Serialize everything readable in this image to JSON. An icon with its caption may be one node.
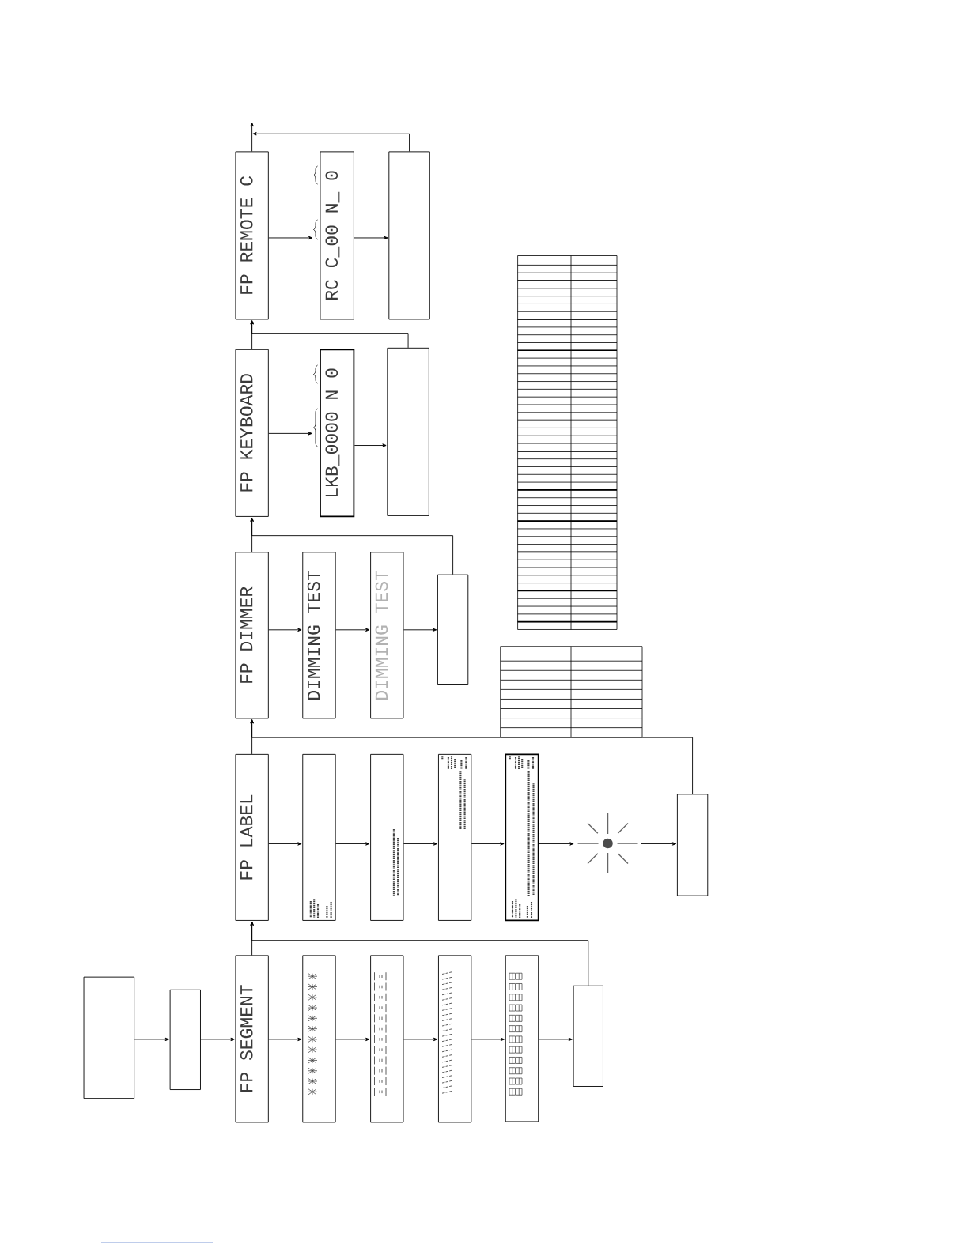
{
  "diagram": {
    "nodes": [
      {
        "text": [],
        "shape": "box"
      },
      {
        "text": [],
        "shape": "box"
      },
      {
        "text": [
          "FP SEGMENT"
        ]
      },
      {
        "text": [],
        "shape": "box"
      },
      {
        "text": [],
        "shape": "box"
      },
      {
        "text": [],
        "shape": "box"
      },
      {
        "text": [],
        "shape": "box"
      },
      {
        "text": [],
        "shape": "box"
      },
      {
        "text": [
          "FP LABEL"
        ]
      },
      {
        "text": [],
        "shape": "box"
      },
      {
        "text": [],
        "shape": "box"
      },
      {
        "text": [],
        "shape": "box"
      },
      {
        "text": [],
        "shape": "box"
      },
      {
        "text": [],
        "shape": "picture"
      },
      {
        "text": [],
        "shape": "box"
      },
      {
        "text": [
          "FP DIMMER"
        ]
      },
      {
        "text": [
          "DIMMING TEST"
        ]
      },
      {
        "text": [
          "DIMMING TEST"
        ]
      },
      {
        "text": [],
        "shape": "box"
      },
      {
        "text": [
          "FP KEYBOARD"
        ]
      },
      {
        "text": [
          "LKB_0000 N 0"
        ]
      },
      {
        "text": [],
        "shape": "box"
      },
      {
        "text": [
          "FP REMOTE C"
        ]
      },
      {
        "text": [
          "RC C_00 N_ 0"
        ]
      },
      {
        "text": [],
        "shape": "box"
      }
    ],
    "edges": [
      {
        "from": 0,
        "to": 1,
        "arrow": "to"
      },
      {
        "from": 1,
        "to": 2,
        "arrow": "to"
      },
      {
        "from": 2,
        "to": 3,
        "arrow": "to"
      },
      {
        "from": 3,
        "to": 4,
        "arrow": "to"
      },
      {
        "from": 4,
        "to": 5,
        "arrow": "to"
      },
      {
        "from": 5,
        "to": 6,
        "arrow": "to"
      },
      {
        "from": 6,
        "to": 7,
        "arrow": "to"
      },
      {
        "from": 7,
        "to": 8,
        "arrow": "to"
      },
      {
        "from": 2,
        "to": 8,
        "arrow": "to"
      },
      {
        "from": 8,
        "to": 9,
        "arrow": "to"
      },
      {
        "from": 9,
        "to": 10,
        "arrow": "to"
      },
      {
        "from": 10,
        "to": 11,
        "arrow": "to"
      },
      {
        "from": 11,
        "to": 12,
        "arrow": "to"
      },
      {
        "from": 12,
        "to": 13,
        "arrow": "to"
      },
      {
        "from": 13,
        "to": 14,
        "arrow": "to"
      },
      {
        "from": 14,
        "to": 15,
        "arrow": "to"
      },
      {
        "from": 8,
        "to": 15,
        "arrow": "to"
      },
      {
        "from": 15,
        "to": 16,
        "arrow": "to"
      },
      {
        "from": 16,
        "to": 17,
        "arrow": "to"
      },
      {
        "from": 17,
        "to": 18,
        "arrow": "to"
      },
      {
        "from": 18,
        "to": 19,
        "arrow": "to"
      },
      {
        "from": 15,
        "to": 19,
        "arrow": "to"
      },
      {
        "from": 19,
        "to": 20,
        "arrow": "to"
      },
      {
        "from": 20,
        "to": 21,
        "arrow": "to"
      },
      {
        "from": 21,
        "to": 22,
        "arrow": "to"
      },
      {
        "from": 19,
        "to": 22,
        "arrow": "to"
      },
      {
        "from": 22,
        "to": 23,
        "arrow": "to"
      },
      {
        "from": 23,
        "to": 24,
        "arrow": "to"
      },
      {
        "from": 24,
        "to": null,
        "arrow": "to"
      },
      {
        "from": 22,
        "to": null,
        "arrow": "to"
      }
    ]
  }
}
